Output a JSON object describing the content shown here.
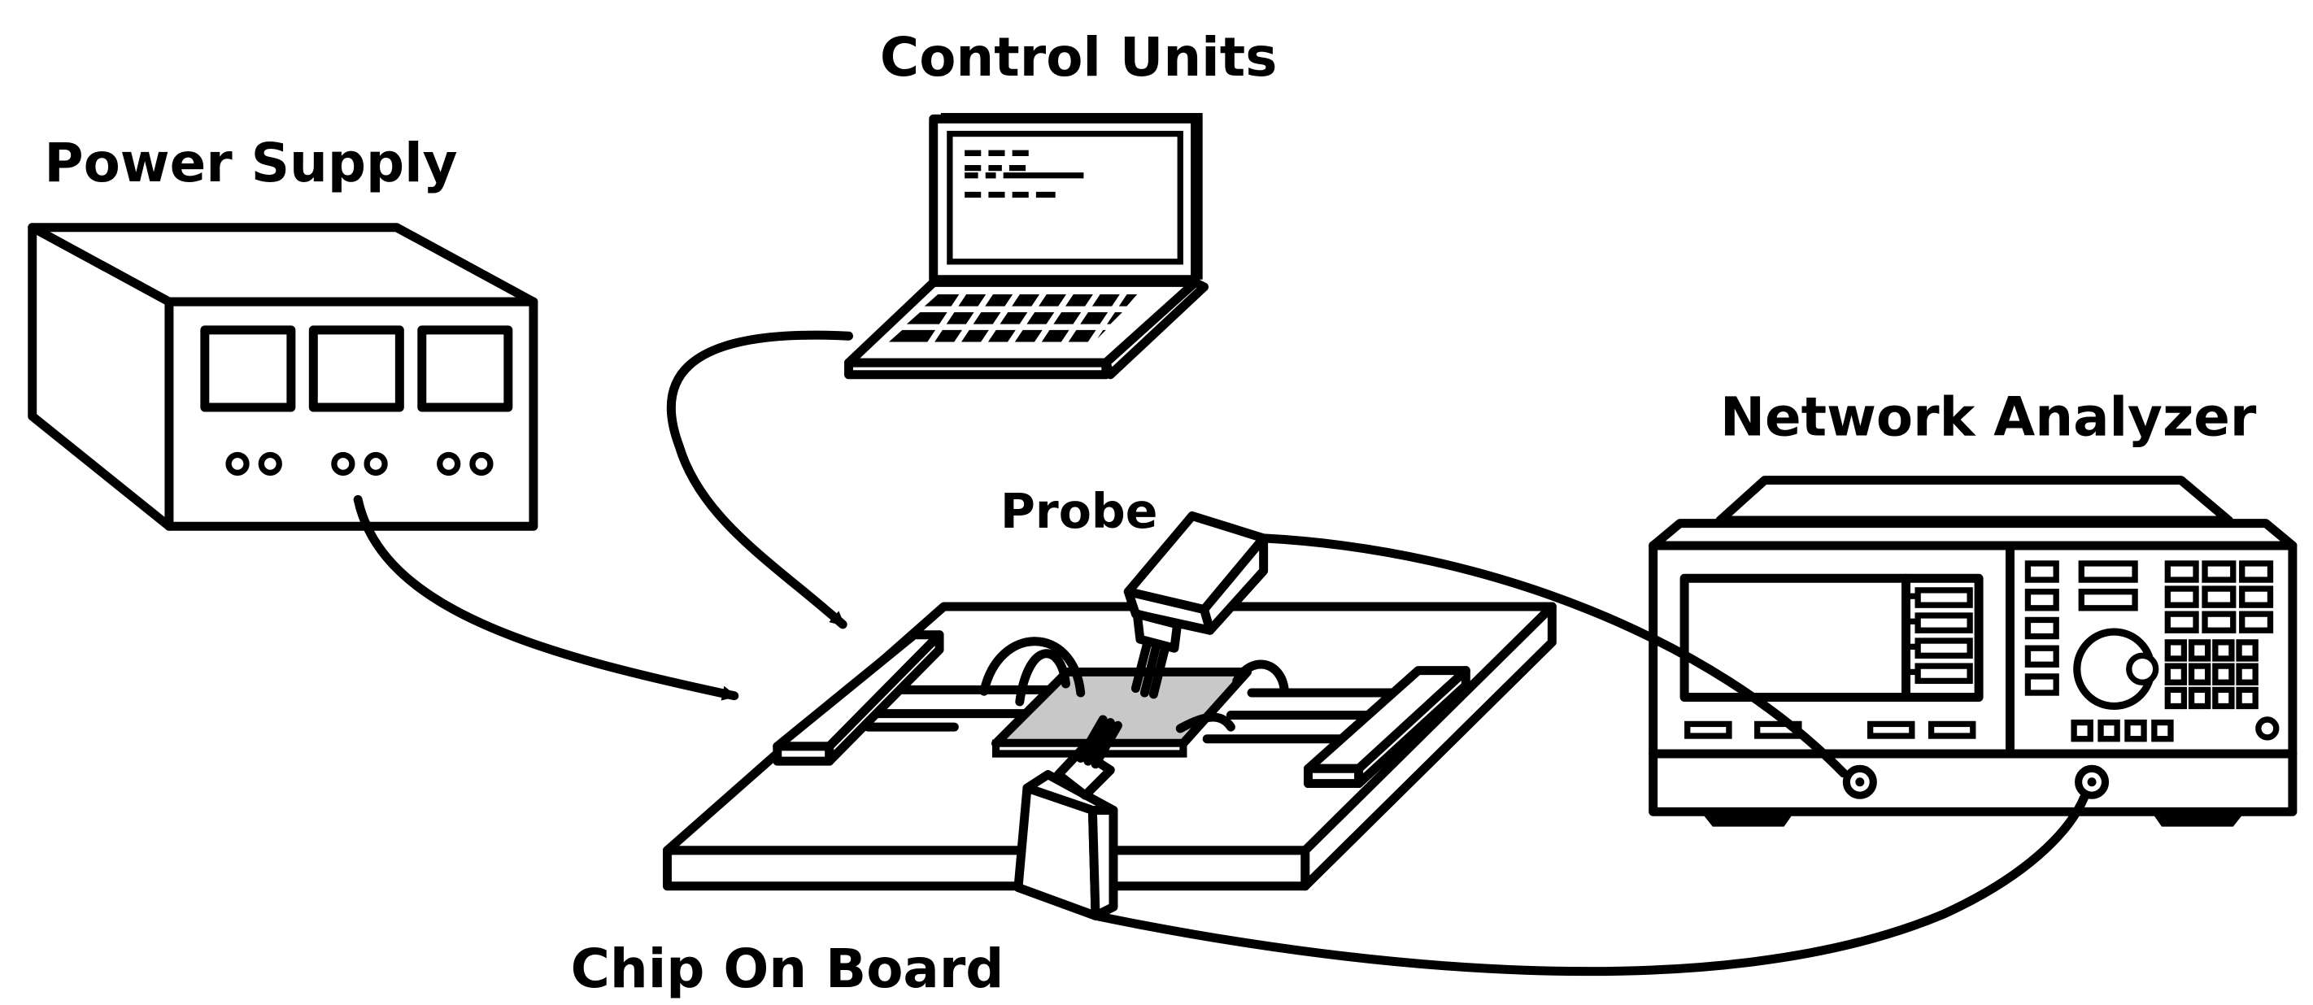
{
  "labels": {
    "power_supply": "Power Supply",
    "control_units": "Control Units",
    "network_analyzer": "Network Analyzer",
    "probe": "Probe",
    "chip_on_board": "Chip On Board"
  },
  "colors": {
    "line": "#000000",
    "background": "#ffffff",
    "chip": "#c8c8c8"
  }
}
